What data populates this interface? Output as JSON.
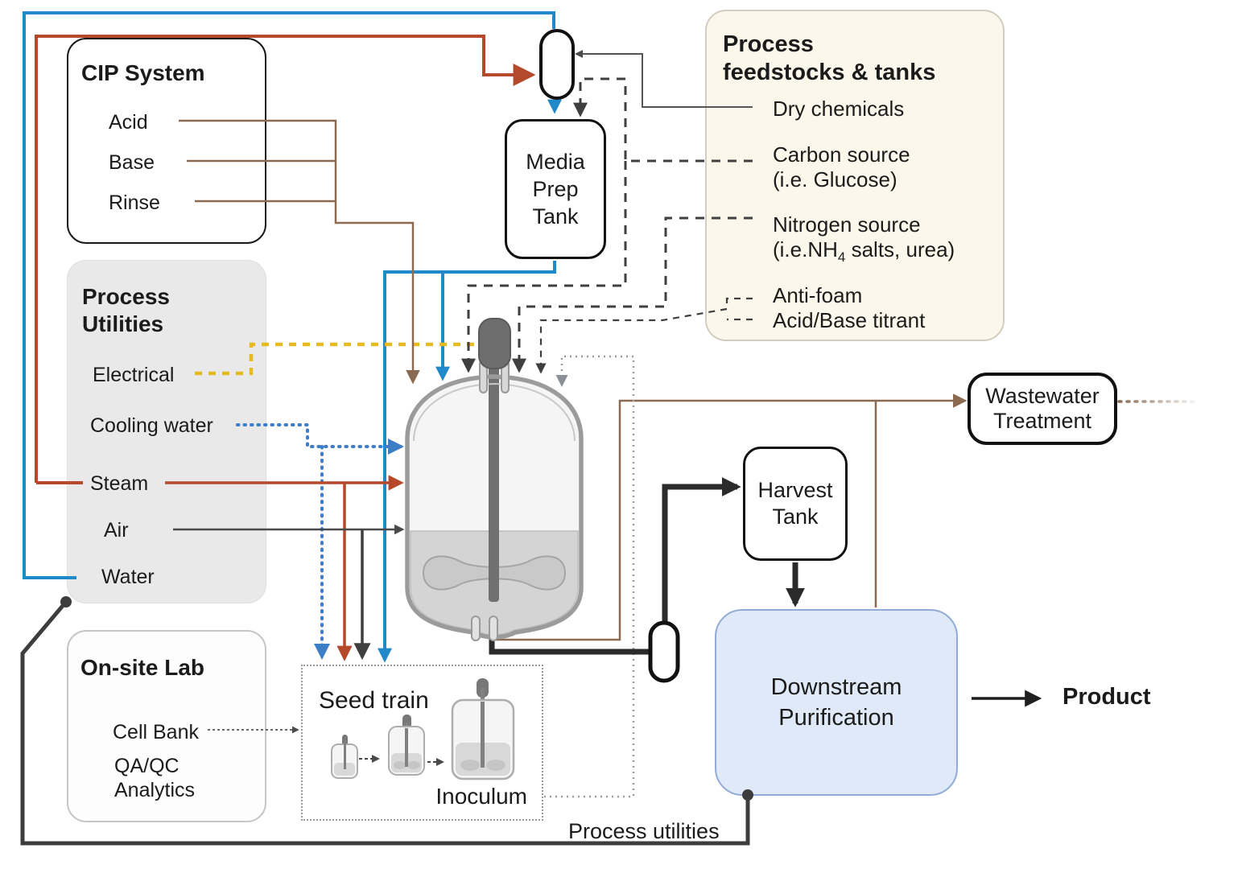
{
  "cip": {
    "title": "CIP System",
    "items": [
      "Acid",
      "Base",
      "Rinse"
    ]
  },
  "utilities": {
    "title_line1": "Process",
    "title_line2": "Utilities",
    "items": [
      "Electrical",
      "Cooling water",
      "Steam",
      "Air",
      "Water"
    ]
  },
  "lab": {
    "title": "On-site Lab",
    "item1": "Cell Bank",
    "item2_line1": "QA/QC",
    "item2_line2": "Analytics"
  },
  "feedstocks": {
    "title_line1": "Process",
    "title_line2": "feedstocks & tanks",
    "items": [
      {
        "line1": "Dry chemicals"
      },
      {
        "line1": "Carbon source",
        "line2": "(i.e. Glucose)"
      },
      {
        "line1": "Nitrogen source",
        "line2_pre": "(i.e.NH",
        "line2_sub": "4",
        "line2_post": " salts, urea)"
      },
      {
        "line1": "Anti-foam",
        "line2": "Acid/Base titrant"
      }
    ]
  },
  "media_prep_tank": {
    "line1": "Media",
    "line2": "Prep",
    "line3": "Tank"
  },
  "wastewater": {
    "line1": "Wastewater",
    "line2": "Treatment"
  },
  "harvest_tank": {
    "line1": "Harvest",
    "line2": "Tank"
  },
  "downstream": {
    "line1": "Downstream",
    "line2": "Purification"
  },
  "seed_train": {
    "title": "Seed train",
    "inoculum_label": "Inoculum"
  },
  "product_label": "Product",
  "process_utilities_line_label": "Process utilities",
  "colors": {
    "water_line": "#2189C9",
    "cooling_water_line": "#3E7EC6",
    "steam_supply_line": "#B5492B",
    "cip_line": "#8A6A50",
    "electrical_line": "#E6BB22",
    "utility_dark_line": "#3F3F3F",
    "inoculum_line": "#9C9C9C",
    "harvest_line": "#2B2B2B",
    "feedstocks_box_fill": "#FBF7EA",
    "utilities_box_fill": "#E9E9E9",
    "downstream_box_fill": "#DFE9F8",
    "downstream_box_border": "#92ABD5"
  }
}
